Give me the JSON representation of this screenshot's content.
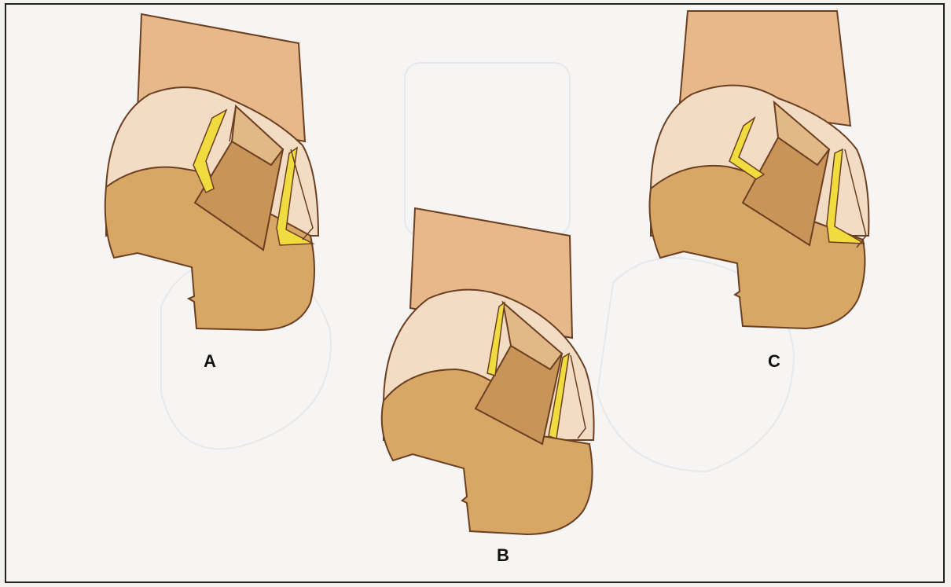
{
  "figure": {
    "panels": [
      {
        "id": "A",
        "label": "A"
      },
      {
        "id": "B",
        "label": "B"
      },
      {
        "id": "C",
        "label": "C"
      }
    ],
    "colors": {
      "tooth_body": "#d8a665",
      "tooth_root": "#e7b88a",
      "enamel_cap": "#f3dcc4",
      "preparation_floor": "#c89458",
      "preparation_wall": "#e0b987",
      "bevel_yellow": "#f1dc3f",
      "outline": "#6b3f22",
      "faint_background": "#e4e7ef"
    }
  }
}
